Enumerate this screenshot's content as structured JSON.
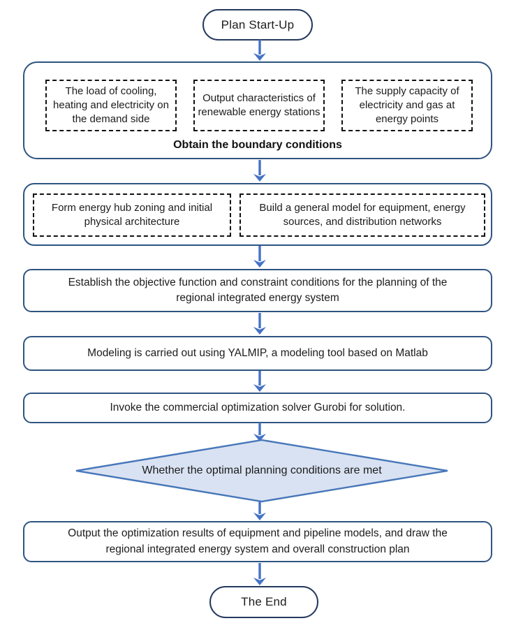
{
  "flowchart": {
    "start": {
      "label": "Plan Start-Up"
    },
    "boundary_stage": {
      "caption": "Obtain the boundary conditions",
      "inputs": [
        {
          "label": "The load of cooling, heating and electricity on the demand side"
        },
        {
          "label": "Output characteristics of renewable energy stations"
        },
        {
          "label": "The supply capacity of electricity and gas at energy points"
        }
      ]
    },
    "modeling_stage": {
      "items": [
        {
          "label": "Form energy hub zoning and initial physical architecture"
        },
        {
          "label": "Build a general model for equipment, energy sources, and distribution networks"
        }
      ]
    },
    "steps": [
      "Establish the objective function and constraint conditions for the planning of the regional integrated energy system",
      "Modeling is carried out using YALMIP, a modeling tool based on Matlab",
      "Invoke the commercial optimization solver Gurobi for solution.",
      "Output the optimization results of equipment and pipeline models, and draw the regional integrated energy system and overall construction plan"
    ],
    "decision": {
      "label": "Whether the optimal planning conditions are met"
    },
    "end": {
      "label": "The End"
    },
    "colors": {
      "terminal_border": "#24395e",
      "box_border": "#2e5481",
      "arrow": "#4472c4",
      "decision_fill": "#d9e2f2",
      "decision_border": "#4777b9",
      "dashed_border": "#111111"
    }
  }
}
